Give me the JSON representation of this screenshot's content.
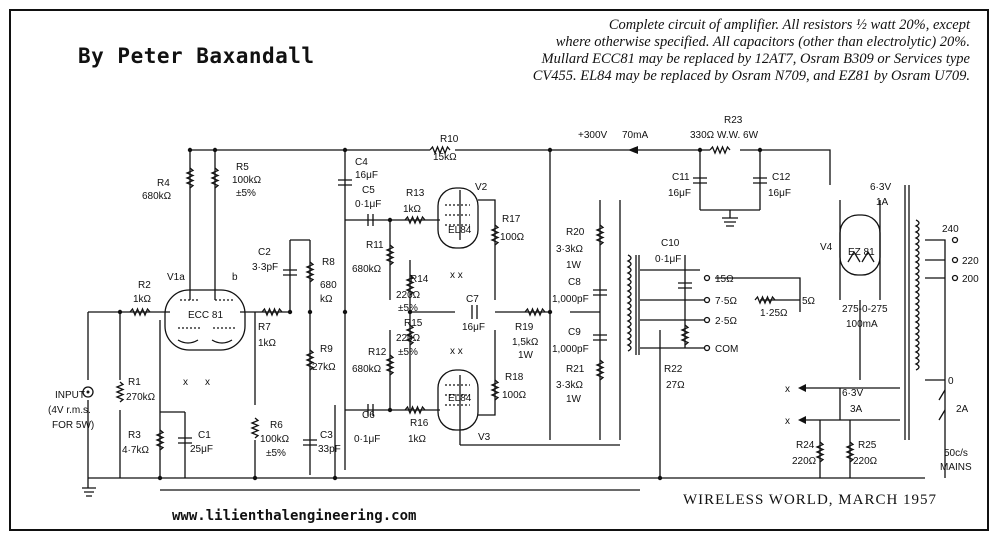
{
  "header": {
    "author": "By Peter Baxandall",
    "caption_lines": [
      "Complete circuit of amplifier. All resistors ½ watt 20%, except",
      "where otherwise specified. All capacitors (other than electrolytic) 20%.",
      "Mullard ECC81 may be replaced by 12AT7, Osram B309 or Services type",
      "CV455. EL84 may be replaced by Osram N709, and EZ81 by Osram U709."
    ]
  },
  "footer": {
    "source": "WIRELESS WORLD, MARCH 1957",
    "website": "www.lilienthalengineering.com"
  },
  "supply": {
    "voltage": "+300V",
    "current": "70mA"
  },
  "input": {
    "line1": "INPUT",
    "line2": "(4V r.m.s.",
    "line3": "FOR 5W)"
  },
  "tubes": {
    "v1a": "V1a",
    "v1_b": "b",
    "ecc81": "ECC 81",
    "v2": "V2",
    "v3": "V3",
    "el84": "EL84",
    "v4": "V4",
    "ez81": "EZ 81",
    "xx": "x x",
    "x": "x"
  },
  "resistors": {
    "r1": [
      "R1",
      "270kΩ"
    ],
    "r2": [
      "R2",
      "1kΩ"
    ],
    "r3": [
      "R3",
      "4·7kΩ"
    ],
    "r4": [
      "R4",
      "680kΩ"
    ],
    "r5": [
      "R5",
      "100kΩ",
      "±5%"
    ],
    "r6": [
      "R6",
      "100kΩ",
      "±5%"
    ],
    "r7": [
      "R7",
      "1kΩ"
    ],
    "r8": [
      "R8",
      "680",
      "kΩ"
    ],
    "r9": [
      "R9",
      "27kΩ"
    ],
    "r10": [
      "R10",
      "15kΩ"
    ],
    "r11": [
      "R11",
      "680kΩ"
    ],
    "r12": [
      "R12",
      "680kΩ"
    ],
    "r13": [
      "R13",
      "1kΩ"
    ],
    "r14": [
      "R14",
      "220Ω",
      "±5%"
    ],
    "r15": [
      "R15",
      "220Ω",
      "±5%"
    ],
    "r16": [
      "R16",
      "1kΩ"
    ],
    "r17": [
      "R17",
      "100Ω"
    ],
    "r18": [
      "R18",
      "100Ω"
    ],
    "r19": [
      "R19",
      "1,5kΩ",
      "1W"
    ],
    "r20": [
      "R20",
      "3·3kΩ",
      "1W"
    ],
    "r21": [
      "R21",
      "3·3kΩ",
      "1W"
    ],
    "r22": [
      "R22",
      "27Ω"
    ],
    "r23": [
      "R23",
      "330Ω W.W. 6W"
    ],
    "r24": [
      "R24",
      "220Ω"
    ],
    "r25": [
      "R25",
      "220Ω"
    ]
  },
  "capacitors": {
    "c1": [
      "C1",
      "25μF"
    ],
    "c2": [
      "C2",
      "3·3pF"
    ],
    "c3": [
      "C3",
      "33pF"
    ],
    "c4": [
      "C4",
      "16μF"
    ],
    "c5": [
      "C5",
      "0·1μF"
    ],
    "c6": [
      "C6",
      "0·1μF"
    ],
    "c7": [
      "C7",
      "16μF"
    ],
    "c8": [
      "C8",
      "1,000pF"
    ],
    "c9": [
      "C9",
      "1,000pF"
    ],
    "c10": [
      "C10",
      "0·1μF"
    ],
    "c11": [
      "C11",
      "16μF"
    ],
    "c12": [
      "C12",
      "16μF"
    ]
  },
  "outputs": {
    "o15": "15Ω",
    "o75": "7·5Ω",
    "o25": "2·5Ω",
    "com": "COM",
    "r125": "1·25Ω",
    "r5": "5Ω"
  },
  "transformer": {
    "rect_winding": [
      "6·3V",
      "1A"
    ],
    "hv": [
      "275-0-275",
      "100mA"
    ],
    "heater": [
      "6·3V",
      "3A"
    ]
  },
  "mains": {
    "taps": [
      "240",
      "220",
      "200",
      "0"
    ],
    "fuse": "2A",
    "label": [
      "50c/s",
      "MAINS"
    ]
  },
  "colors": {
    "ink": "#111111",
    "paper": "#ffffff"
  }
}
